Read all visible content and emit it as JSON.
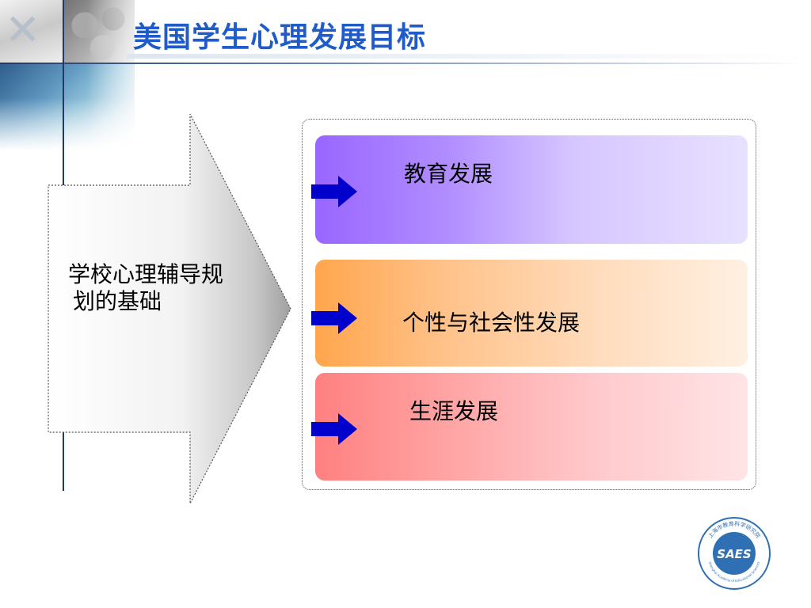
{
  "slide": {
    "title": "美国学生心理发展目标"
  },
  "diagram": {
    "source_label_line1": "学校心理辅导规",
    "source_label_line2": "划的基础",
    "targets": [
      {
        "label": "教育发展",
        "color": "#9966ff"
      },
      {
        "label": "个性与社会性发展",
        "color": "#ffa64d"
      },
      {
        "label": "生涯发展",
        "color": "#ff8080"
      }
    ]
  },
  "logo": {
    "text": "SAES",
    "ring_text": "上海市教育科学研究院",
    "ring_text_en": "Shanghai Academy of Educational Sciences"
  },
  "colors": {
    "title": "#1f5bc9",
    "small_arrow": "#0000cc",
    "accent_line": "#1f3a6b"
  }
}
